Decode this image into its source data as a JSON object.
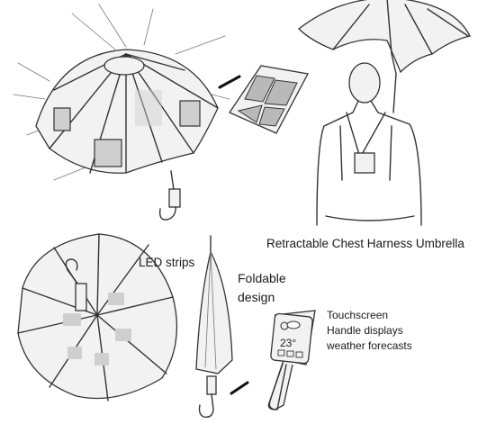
{
  "labels": {
    "harness": "Retractable Chest Harness Umbrella",
    "led": "LED strips",
    "foldable": "Foldable\ndesign",
    "touchscreen": "Touchscreen\nHandle displays\nweather forecasts",
    "temperature": "23°"
  }
}
